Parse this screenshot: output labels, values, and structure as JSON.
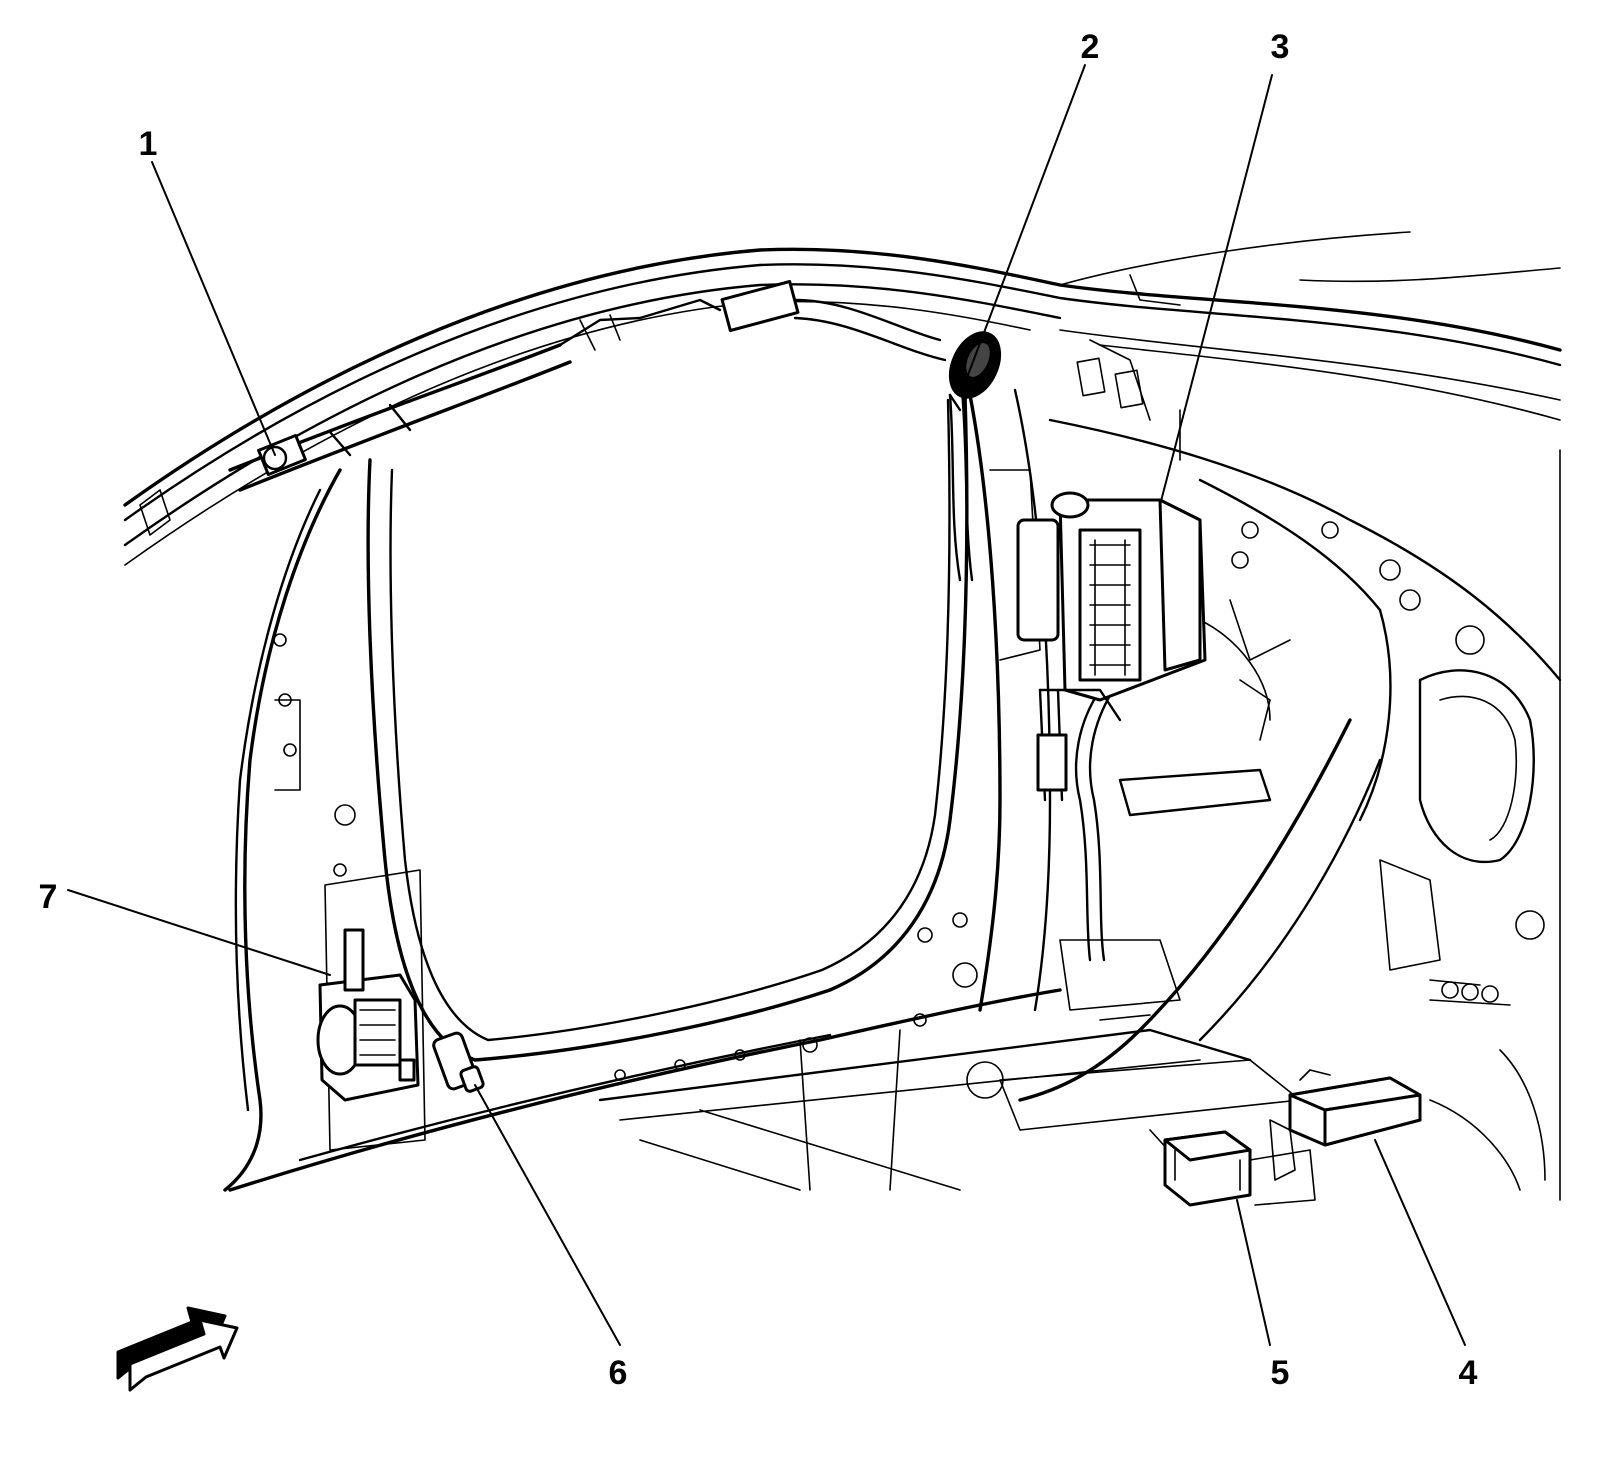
{
  "diagram": {
    "background_color": "#ffffff",
    "line_color": "#000000",
    "callouts": [
      {
        "id": "1",
        "label": "1"
      },
      {
        "id": "2",
        "label": "2"
      },
      {
        "id": "3",
        "label": "3"
      },
      {
        "id": "4",
        "label": "4"
      },
      {
        "id": "5",
        "label": "5"
      },
      {
        "id": "6",
        "label": "6"
      },
      {
        "id": "7",
        "label": "7"
      }
    ],
    "view_direction_icon": "forward-arrow-icon"
  }
}
